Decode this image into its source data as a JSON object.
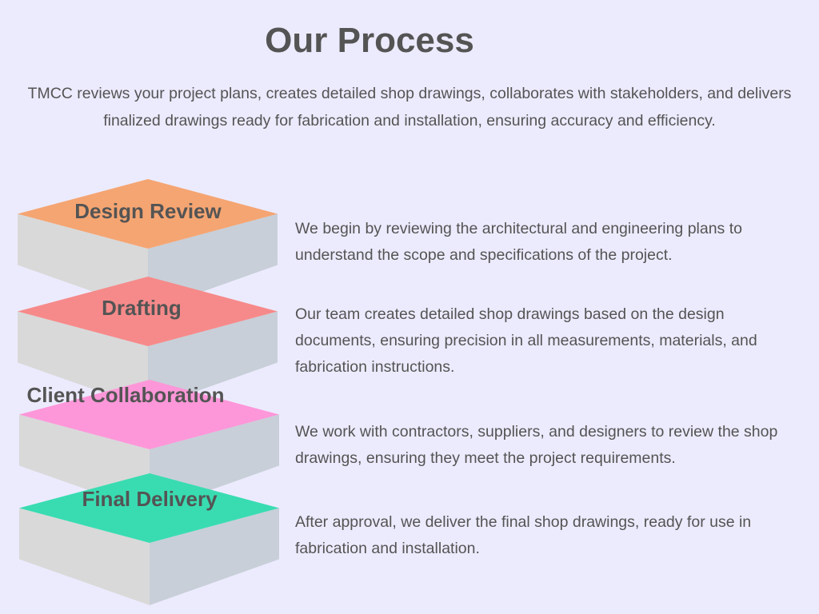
{
  "title": "Our Process",
  "subtitle": "TMCC reviews your project plans, creates detailed shop drawings, collaborates with stakeholders, and delivers finalized drawings ready for fabrication and installation, ensuring accuracy and efficiency.",
  "colors": {
    "background": "#ecebfe",
    "side_left": "#d9d9d9",
    "side_right": "#c8cfd8",
    "text": "#545454"
  },
  "steps": [
    {
      "label": "Design Review",
      "color": "#f5a572",
      "description": "We begin by reviewing the architectural and engineering plans to understand the scope and specifications of the project."
    },
    {
      "label": "Drafting",
      "color": "#f68a8a",
      "description": "Our team creates detailed shop drawings based on the design documents, ensuring precision in all measurements, materials, and fabrication instructions."
    },
    {
      "label": "Client Collaboration",
      "color": "#fd97d9",
      "description": "We work with contractors, suppliers, and designers to review the shop drawings, ensuring they meet the project requirements."
    },
    {
      "label": "Final Delivery",
      "color": "#39dcb1",
      "description": "After approval, we deliver the final shop drawings, ready for use in fabrication and installation."
    }
  ]
}
